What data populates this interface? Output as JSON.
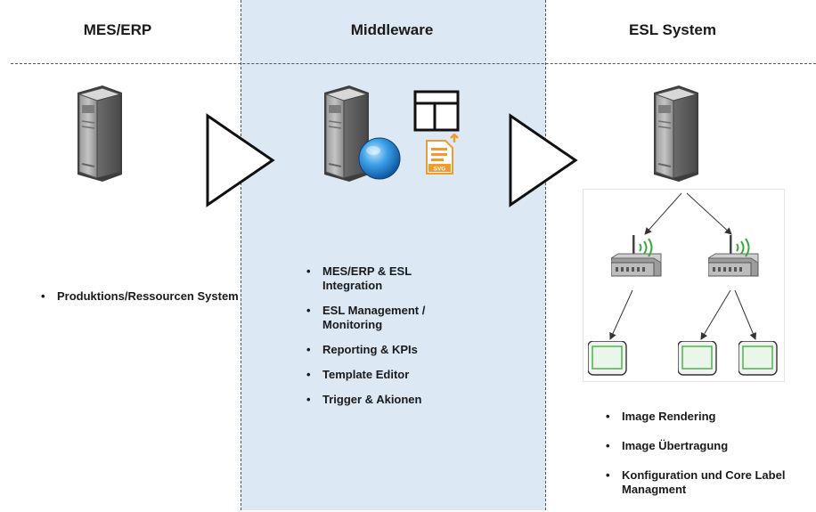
{
  "columns": {
    "left_title": "MES/ERP",
    "middle_title": "Middleware",
    "right_title": "ESL System"
  },
  "left_list": [
    "Produktions/Ressourcen System"
  ],
  "middle_list": [
    "MES/ERP & ESL Integration",
    "ESL Management / Monitoring",
    "Reporting & KPIs",
    "Template Editor",
    "Trigger & Akionen"
  ],
  "right_list": [
    "Image Rendering",
    "Image Übertragung",
    "Konfiguration und Core Label Managment"
  ],
  "icons": {
    "server": "server-icon",
    "globe": "globe-icon",
    "template": "template-layout-icon",
    "svg_file": "svg-file-icon",
    "router": "wireless-router-icon",
    "label": "esl-label-icon",
    "arrow": "flow-arrow-icon"
  },
  "svg_file_label": "SVG",
  "colors": {
    "middleware_bg": "#dde8f5",
    "accent_orange": "#f29a2e",
    "globe_blue": "#1f7fd1",
    "wifi_green": "#3aa83a",
    "label_screen_green": "#a8d8a8"
  }
}
